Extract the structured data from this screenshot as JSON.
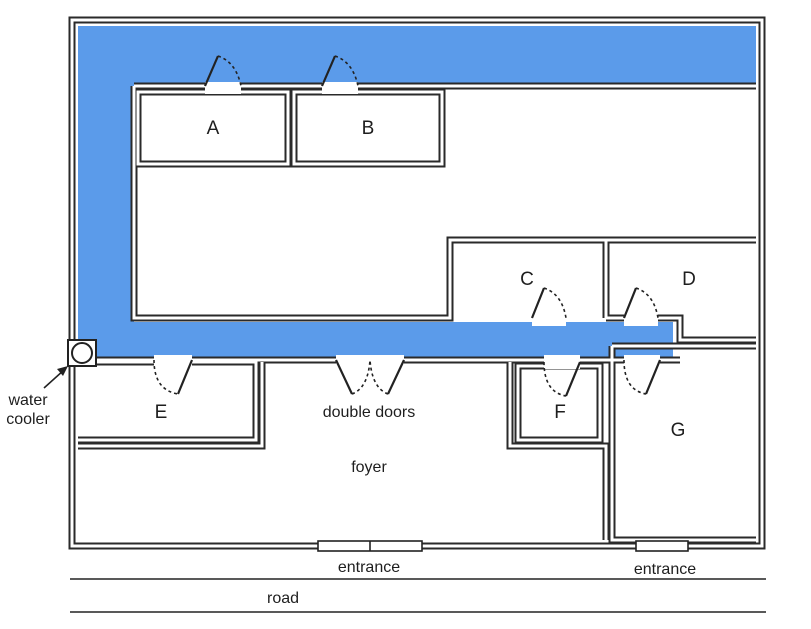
{
  "colors": {
    "corridor": "#5b9bea",
    "wall": "#2a2a2a",
    "background": "#ffffff"
  },
  "labels": {
    "room_a": "A",
    "room_b": "B",
    "room_c": "C",
    "room_d": "D",
    "room_e": "E",
    "room_f": "F",
    "room_g": "G",
    "double_doors": "double doors",
    "foyer": "foyer",
    "entrance_main": "entrance",
    "entrance_side": "entrance",
    "road": "road",
    "water_cooler_line1": "water",
    "water_cooler_line2": "cooler"
  }
}
